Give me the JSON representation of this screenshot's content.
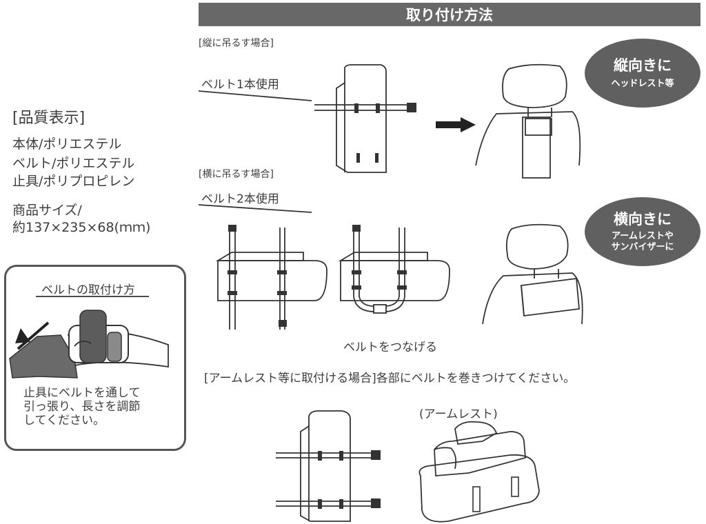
{
  "title": "取り付け方法",
  "vertical": {
    "heading": "[縦に吊るす場合]",
    "belt_label": "ベルト1本使用",
    "bubble_main": "縦向きに",
    "bubble_sub": "ヘッドレスト等"
  },
  "horizontal": {
    "heading": "[横に吊るす場合]",
    "belt_label": "ベルト2本使用",
    "bubble_main": "横向きに",
    "bubble_sub_1": "アームレストや",
    "bubble_sub_2": "サンバイザーに",
    "connect_label": "ベルトをつなげる"
  },
  "armrest": {
    "instruction": "[アームレスト等に取付ける場合]各部にベルトを巻きつけてください。",
    "caption": "(アームレスト)"
  },
  "quality": {
    "heading": "[品質表示]",
    "lines": [
      "本体/ポリエステル",
      "ベルト/ポリエステル",
      "止具/ポリプロピレン"
    ],
    "size_label": "商品サイズ/",
    "size_value": "約137×235×68(ｍｍ)"
  },
  "howto": {
    "title": "ベルトの取付け方",
    "text_1": "止具にベルトを通して",
    "text_2": "引っ張り、長さを調節",
    "text_3": "してください。"
  }
}
